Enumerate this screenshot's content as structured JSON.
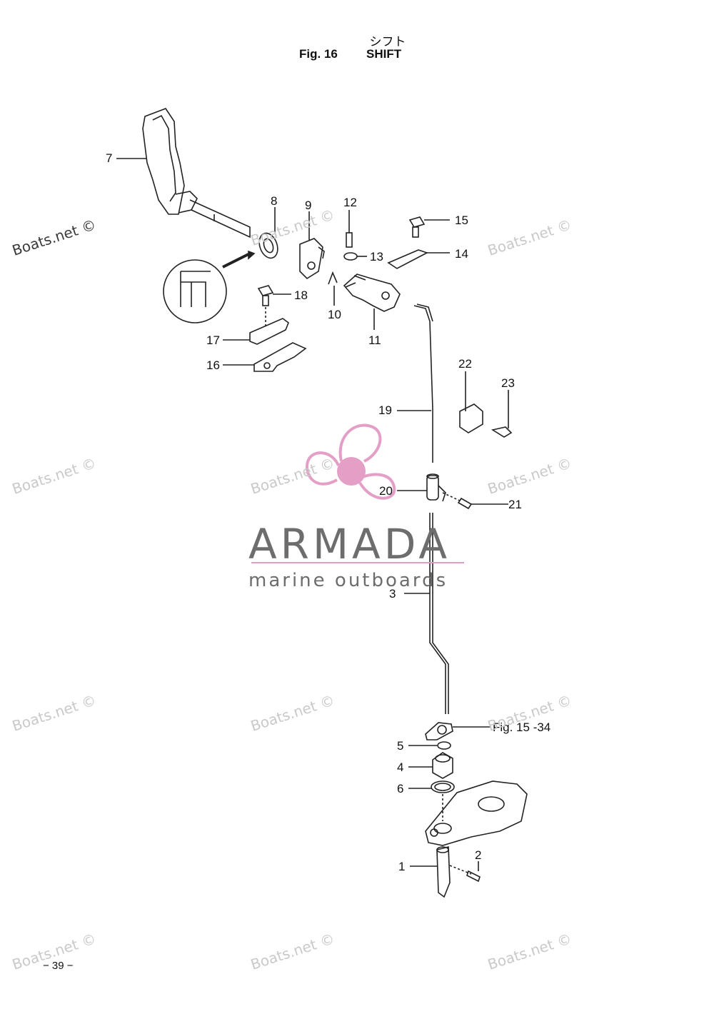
{
  "header": {
    "title_jp": "シフト",
    "fig_label": "Fig. 16",
    "title_en": "SHIFT"
  },
  "callouts": [
    "1",
    "2",
    "3",
    "4",
    "5",
    "6",
    "7",
    "8",
    "9",
    "10",
    "11",
    "12",
    "13",
    "14",
    "15",
    "16",
    "17",
    "18",
    "19",
    "20",
    "21",
    "22",
    "23"
  ],
  "cross_reference": "Fig. 15 -34",
  "watermark_text": "Boats.net ©",
  "brand": {
    "name": "ARMADA",
    "tagline": "marine outboards",
    "accent_color": "#e39ac4",
    "text_color": "#6d6d6d"
  },
  "page_number": "− 39 −"
}
